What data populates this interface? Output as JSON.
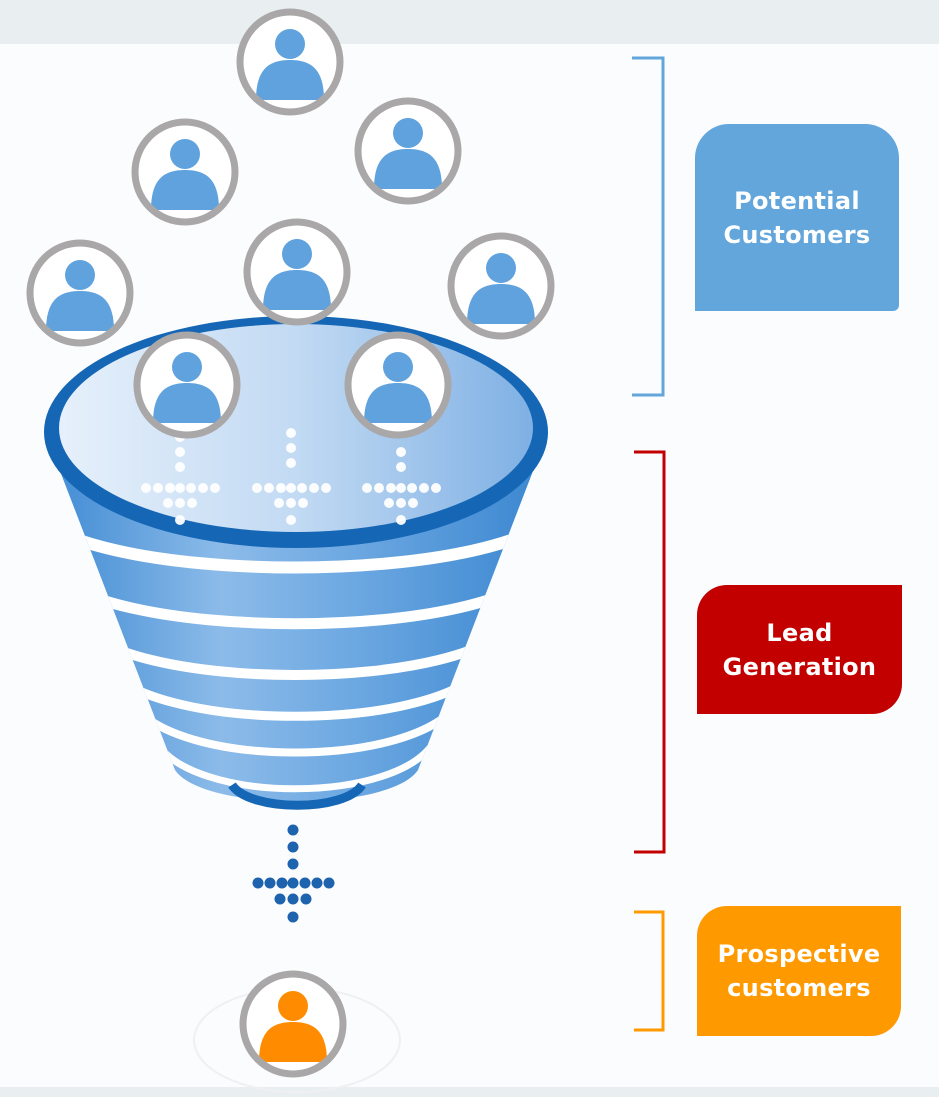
{
  "stages": [
    {
      "label_line1": "Potential",
      "label_line2": "Customers",
      "color": "#62a6dc"
    },
    {
      "label_line1": "Lead",
      "label_line2": "Generation",
      "color": "#c20000"
    },
    {
      "label_line1": "Prospective",
      "label_line2": "customers",
      "color": "#ff9900"
    }
  ],
  "colors": {
    "person_blue": "#5fa2dd",
    "person_orange": "#ff8c00",
    "ring_gray": "#a9a7a7",
    "funnel_dark": "#1567b5",
    "funnel_light": "#bcd7f4",
    "dots_white": "#ffffff",
    "dots_blue": "#1e63ad"
  },
  "icons": [
    "person-icon",
    "arrow-dots-icon",
    "funnel-icon",
    "bracket-icon"
  ]
}
